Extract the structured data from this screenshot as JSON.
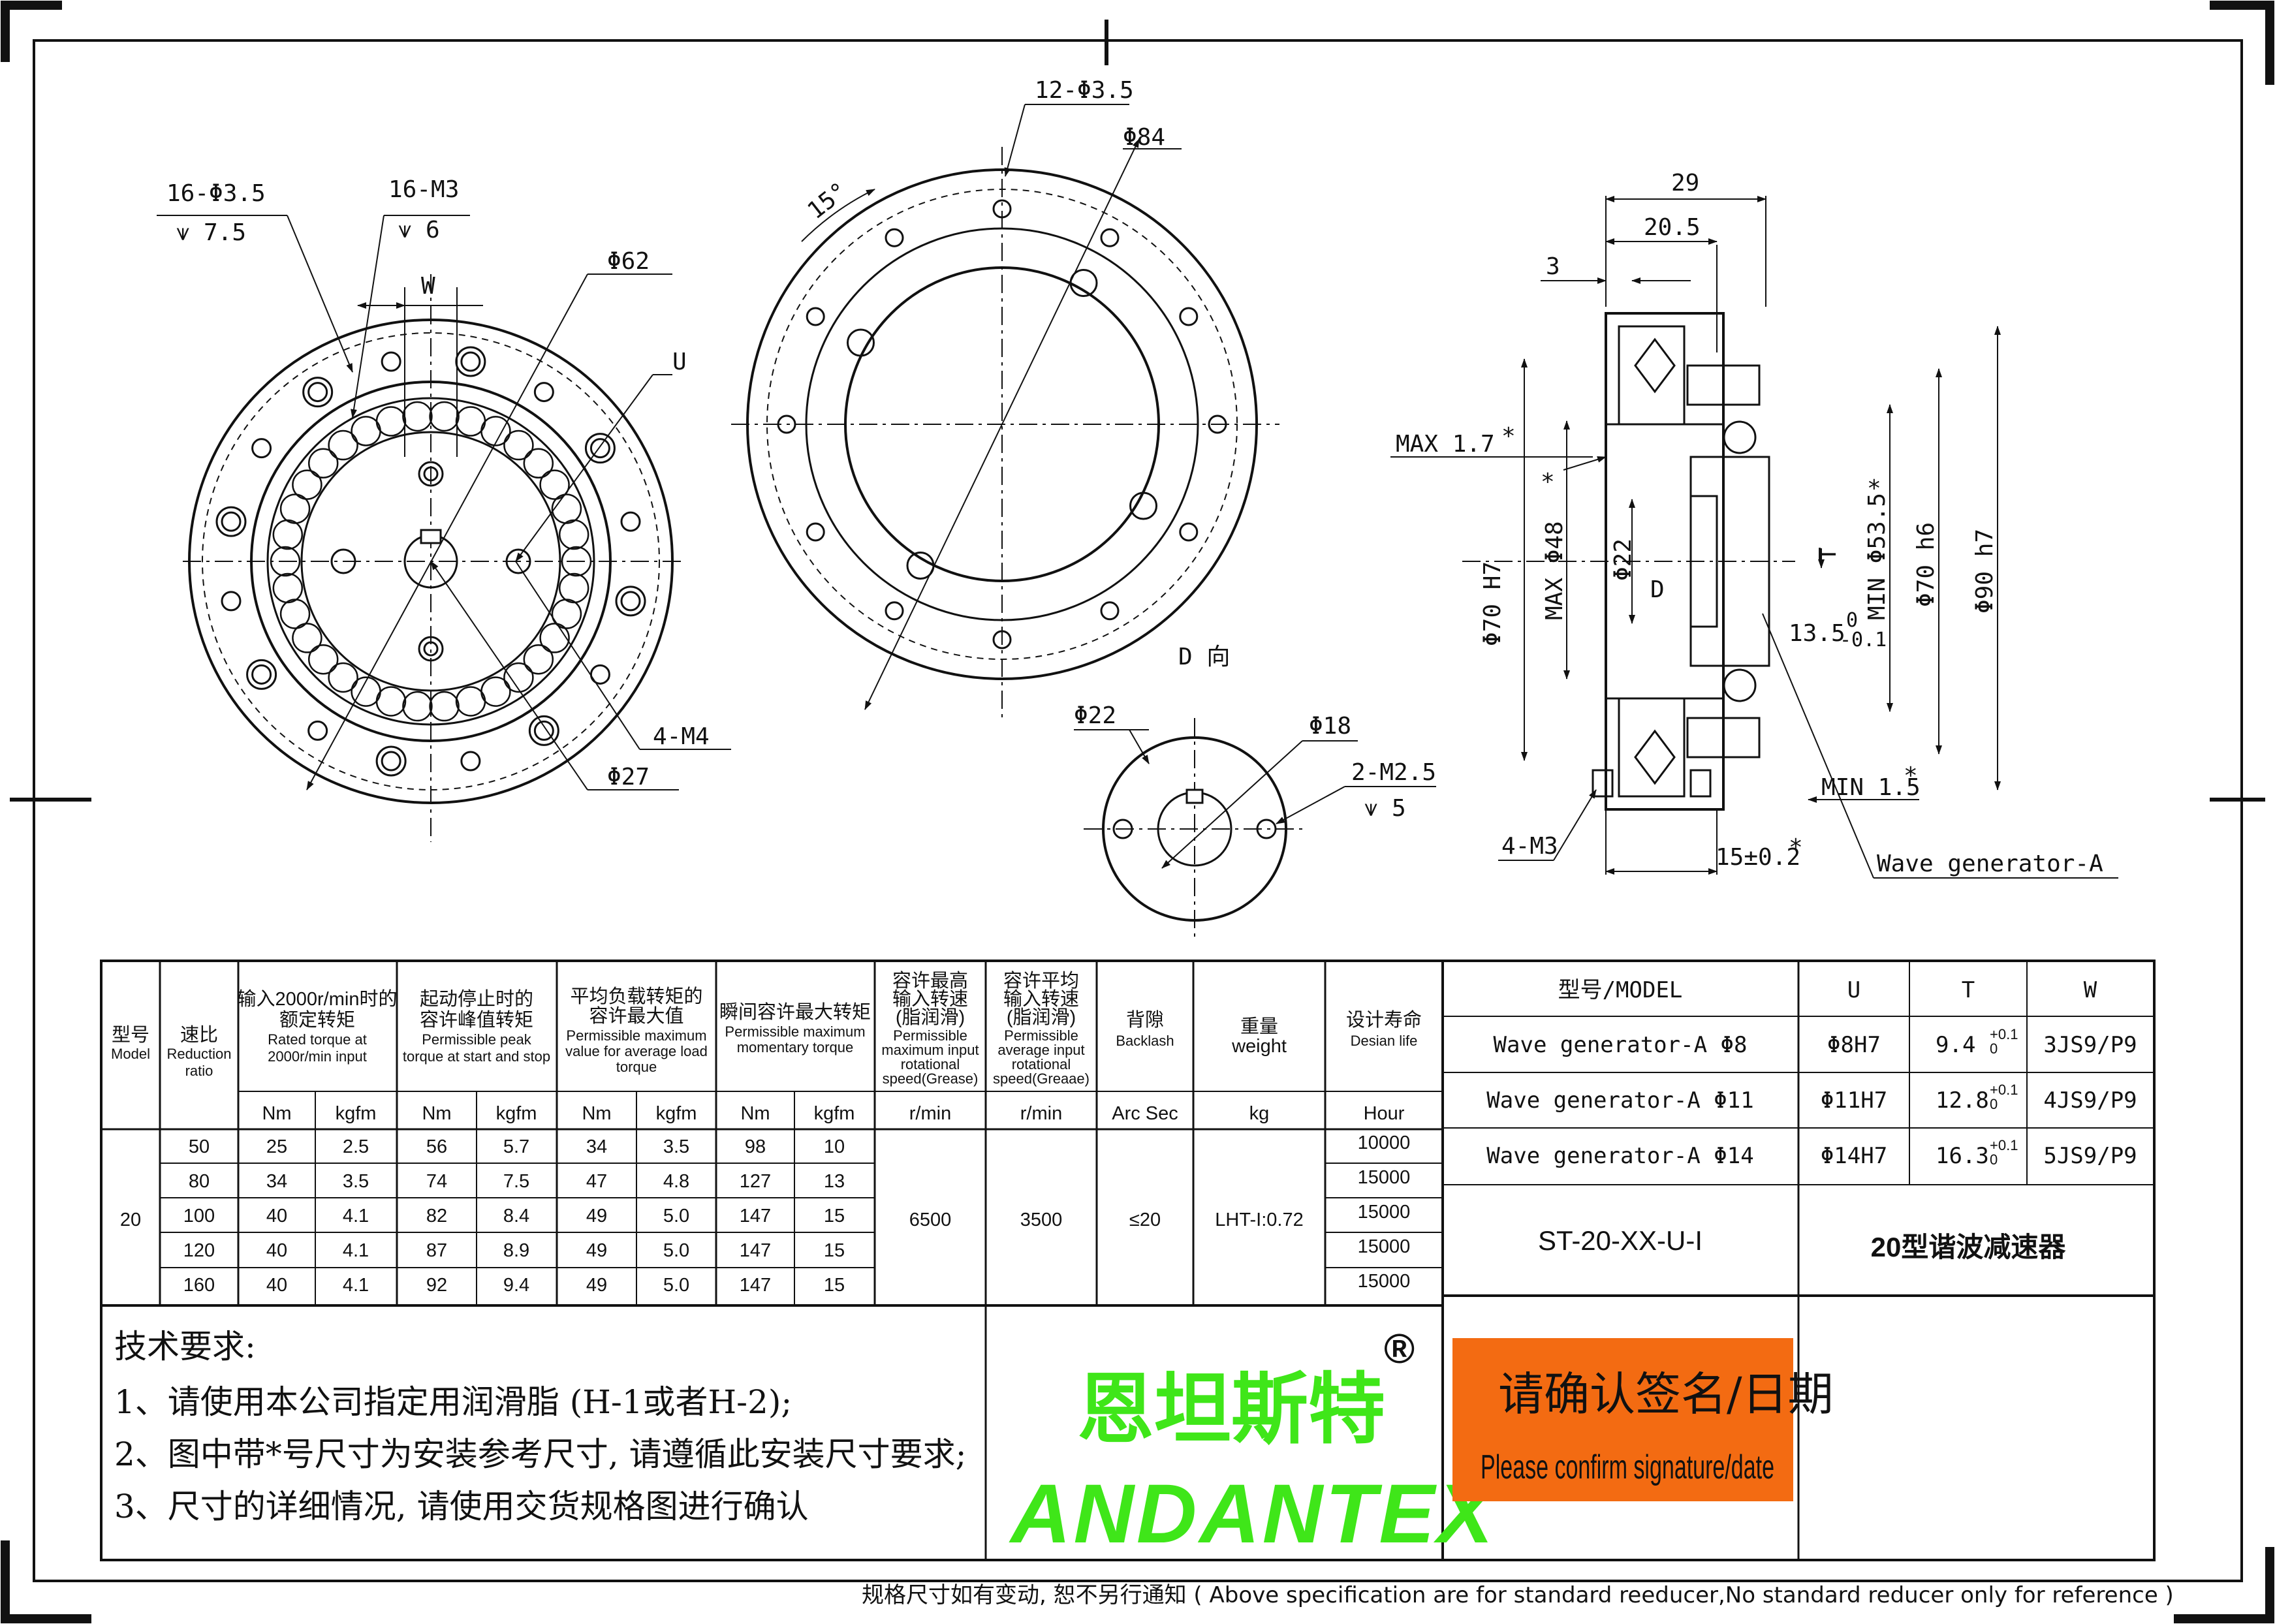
{
  "colors": {
    "line": "#111111",
    "brand_green": "#3fe619",
    "stamp_orange": "#f36b12",
    "background": "#ffffff"
  },
  "view_left": {
    "labels": {
      "holes_a": "16-Φ3.5",
      "holes_a_depth": "⩛ 7.5",
      "holes_b": "16-M3",
      "holes_b_depth": "⩛ 6",
      "w": "W",
      "d62": "Φ62",
      "u": "U",
      "m4": "4-M4",
      "d27": "Φ27"
    }
  },
  "view_mid": {
    "labels": {
      "holes": "12-Φ3.5",
      "d84": "Φ84",
      "angle": "15°",
      "direction": "D 向"
    }
  },
  "view_small": {
    "labels": {
      "d22": "Φ22",
      "d18": "Φ18",
      "m25": "2-M2.5",
      "m25_depth": "⩛ 5"
    }
  },
  "view_section": {
    "labels": {
      "l29": "29",
      "l20_5": "20.5",
      "l3": "3",
      "max1_7": "MAX 1.7",
      "d70h7": "Φ70 H7",
      "max48": "MAX Φ48",
      "d22": "Φ22",
      "d_letter": "D",
      "t_letter": "T",
      "min53_5": "MIN Φ53.5",
      "d70h6": "Φ70 h6",
      "d90h7": "Φ90 h7",
      "tol13_5": "13.5",
      "tol13_5_sup": "0",
      "tol13_5_sub": "-0.1",
      "min1_5": "MIN 1.5",
      "m3": "4-M3",
      "l15": "15±0.2",
      "wg": "Wave generator-A",
      "star": "*"
    }
  },
  "spec_table": {
    "headers": {
      "model_cn": "型号",
      "model_en": "Model",
      "ratio_cn": "速比",
      "ratio_en1": "Reduction",
      "ratio_en2": "ratio",
      "rated_cn1": "输入2000r/min时的",
      "rated_cn2": "额定转矩",
      "rated_en1": "Rated torque at",
      "rated_en2": "2000r/min input",
      "peak_cn1": "起动停止时的",
      "peak_cn2": "容许峰值转矩",
      "peak_en1": "Permissible peak",
      "peak_en2": "torque at start and stop",
      "avg_cn1": "平均负载转矩的",
      "avg_cn2": "容许最大值",
      "avg_en1": "Permissible maximum",
      "avg_en2": "value for average load",
      "avg_en3": "torque",
      "mom_cn": "瞬间容许最大转矩",
      "mom_en1": "Permissible maximum",
      "mom_en2": "momentary torque",
      "maxin_cn1": "容许最高",
      "maxin_cn2": "输入转速",
      "maxin_cn3": "(脂润滑)",
      "maxin_en1": "Permissible",
      "maxin_en2": "maximum input",
      "maxin_en3": "rotational",
      "maxin_en4": "speed(Grease)",
      "avgin_cn1": "容许平均",
      "avgin_cn2": "输入转速",
      "avgin_cn3": "(脂润滑)",
      "avgin_en1": "Permissible",
      "avgin_en2": "average input",
      "avgin_en3": "rotational",
      "avgin_en4": "speed(Greaae)",
      "backlash_cn": "背隙",
      "backlash_en": "Backlash",
      "weight_cn": "重量",
      "weight_en": "weight",
      "life_cn": "设计寿命",
      "life_en": "Desian life"
    },
    "units": [
      "Nm",
      "kgfm",
      "Nm",
      "kgfm",
      "Nm",
      "kgfm",
      "Nm",
      "kgfm",
      "r/min",
      "r/min",
      "Arc Sec",
      "kg",
      "Hour"
    ],
    "model": "20",
    "rows": [
      [
        "50",
        "25",
        "2.5",
        "56",
        "5.7",
        "34",
        "3.5",
        "98",
        "10",
        "10000"
      ],
      [
        "80",
        "34",
        "3.5",
        "74",
        "7.5",
        "47",
        "4.8",
        "127",
        "13",
        "15000"
      ],
      [
        "100",
        "40",
        "4.1",
        "82",
        "8.4",
        "49",
        "5.0",
        "147",
        "15",
        "15000"
      ],
      [
        "120",
        "40",
        "4.1",
        "87",
        "8.9",
        "49",
        "5.0",
        "147",
        "15",
        "15000"
      ],
      [
        "160",
        "40",
        "4.1",
        "92",
        "9.4",
        "49",
        "5.0",
        "147",
        "15",
        "15000"
      ]
    ],
    "max_input_speed": "6500",
    "avg_input_speed": "3500",
    "backlash": "≤20",
    "weight": "LHT-I:0.72"
  },
  "model_table": {
    "headers": [
      "型号/MODEL",
      "U",
      "T",
      "W"
    ],
    "rows": [
      {
        "model": "Wave generator-A Φ8",
        "u": "Φ8H7",
        "t": "9.4",
        "t_up": "+0.1",
        "t_dn": "0",
        "w": "3JS9/P9"
      },
      {
        "model": "Wave generator-A Φ11",
        "u": "Φ11H7",
        "t": "12.8",
        "t_up": "+0.1",
        "t_dn": "0",
        "w": "4JS9/P9"
      },
      {
        "model": "Wave generator-A Φ14",
        "u": "Φ14H7",
        "t": "16.3",
        "t_up": "+0.1",
        "t_dn": "0",
        "w": "5JS9/P9"
      }
    ],
    "code": "ST-20-XX-U-I",
    "name": "20型谐波减速器"
  },
  "notes": {
    "title": "技术要求:",
    "items": [
      "1、请使用本公司指定用润滑脂 (H-1或者H-2);",
      "2、图中带*号尺寸为安装参考尺寸, 请遵循此安装尺寸要求;",
      "3、尺寸的详细情况, 请使用交货规格图进行确认"
    ]
  },
  "brand": {
    "cn": "恩坦斯特",
    "en": "ANDANTEX",
    "reg": "®"
  },
  "confirm": {
    "cn": "请确认签名/日期",
    "en": "Please confirm signature/date"
  },
  "footer": "规格尺寸如有变动, 恕不另行通知  ( Above specification are for standard reeducer,No standard reducer only for reference )"
}
